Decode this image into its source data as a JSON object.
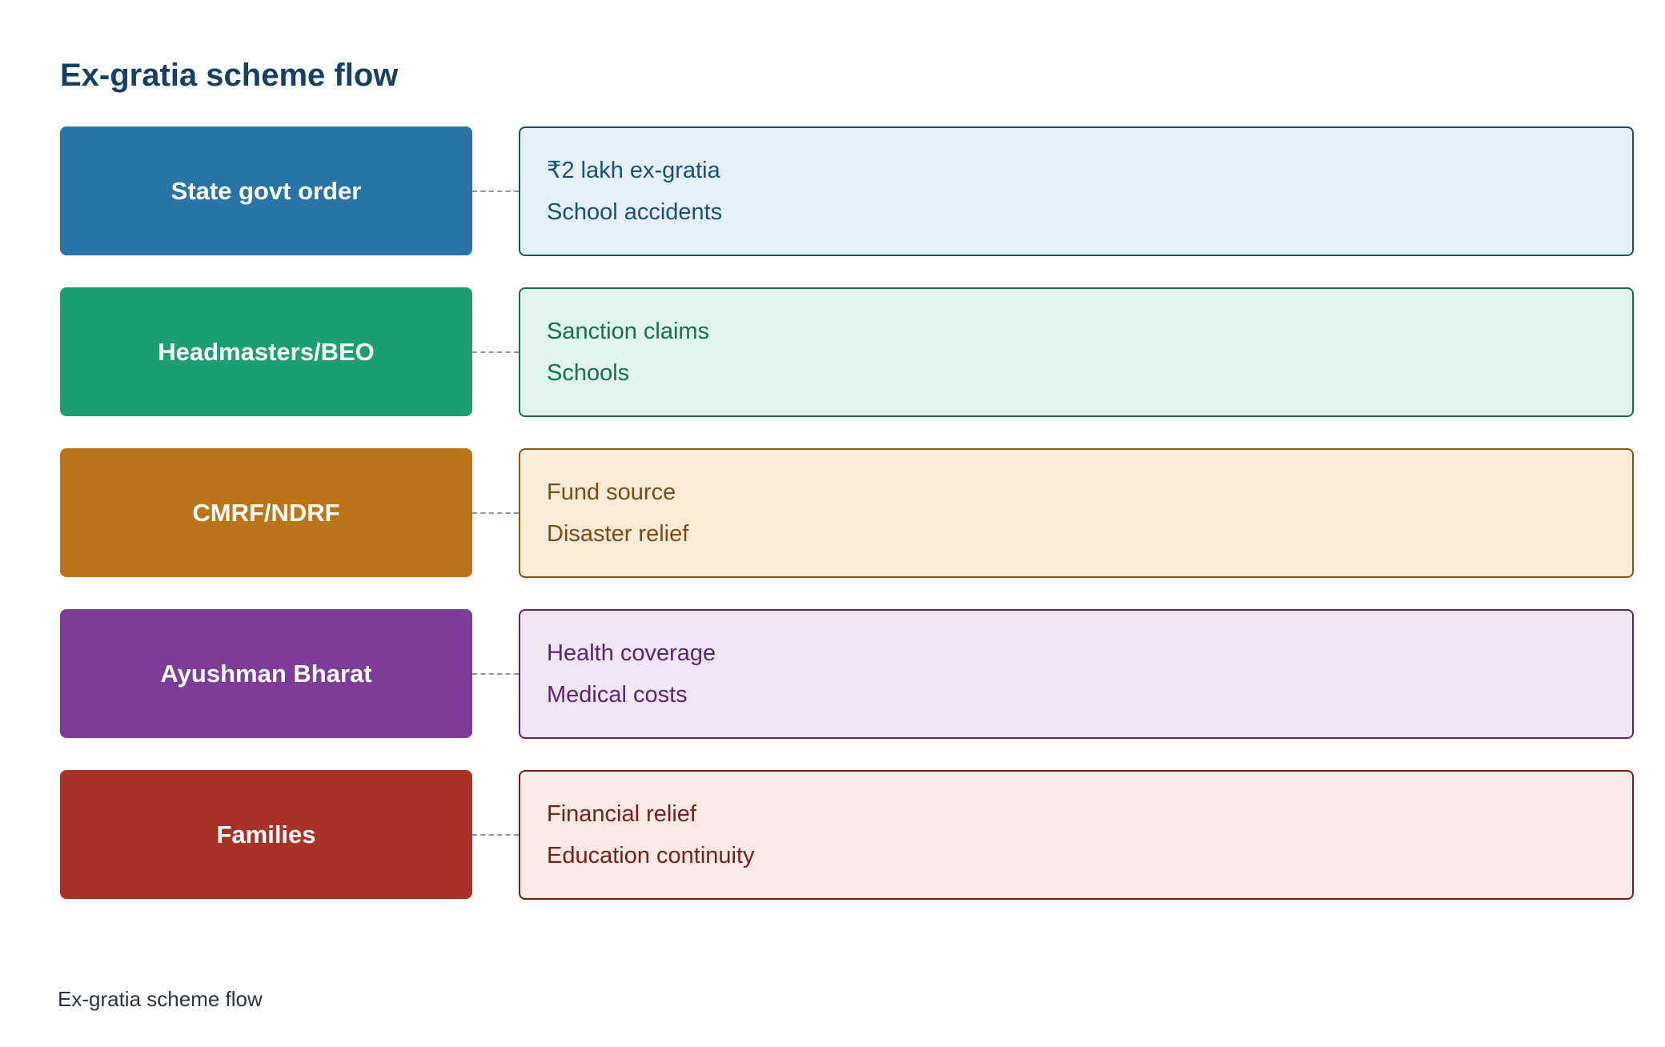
{
  "title": "Ex-gratia scheme flow",
  "caption": "Ex-gratia scheme flow",
  "rows": [
    {
      "label": "State govt order",
      "details": [
        "₹2 lakh ex-gratia",
        "School accidents"
      ],
      "colors": {
        "box": "#2874a6",
        "fill": "#e5f0fa",
        "border": "#1a4f7a",
        "text": "#1a4f7a"
      }
    },
    {
      "label": "Headmasters/BEO",
      "details": [
        "Sanction claims",
        "Schools"
      ],
      "colors": {
        "box": "#1e9e74",
        "fill": "#e0f3ed",
        "border": "#137050",
        "text": "#137050"
      }
    },
    {
      "label": "CMRF/NDRF",
      "details": [
        "Fund source",
        "Disaster relief"
      ],
      "colors": {
        "box": "#bb7518",
        "fill": "#faebd9",
        "border": "#8a5411",
        "text": "#7c4c10"
      }
    },
    {
      "label": "Ayushman Bharat",
      "details": [
        "Health coverage",
        "Medical costs"
      ],
      "colors": {
        "box": "#7d3c98",
        "fill": "#f0e6f5",
        "border": "#5b2475",
        "text": "#5b2475"
      }
    },
    {
      "label": "Families",
      "details": [
        "Financial relief",
        "Education continuity"
      ],
      "colors": {
        "box": "#a93226",
        "fill": "#f9eae6",
        "border": "#7a1f18",
        "text": "#7a1f18"
      }
    }
  ]
}
